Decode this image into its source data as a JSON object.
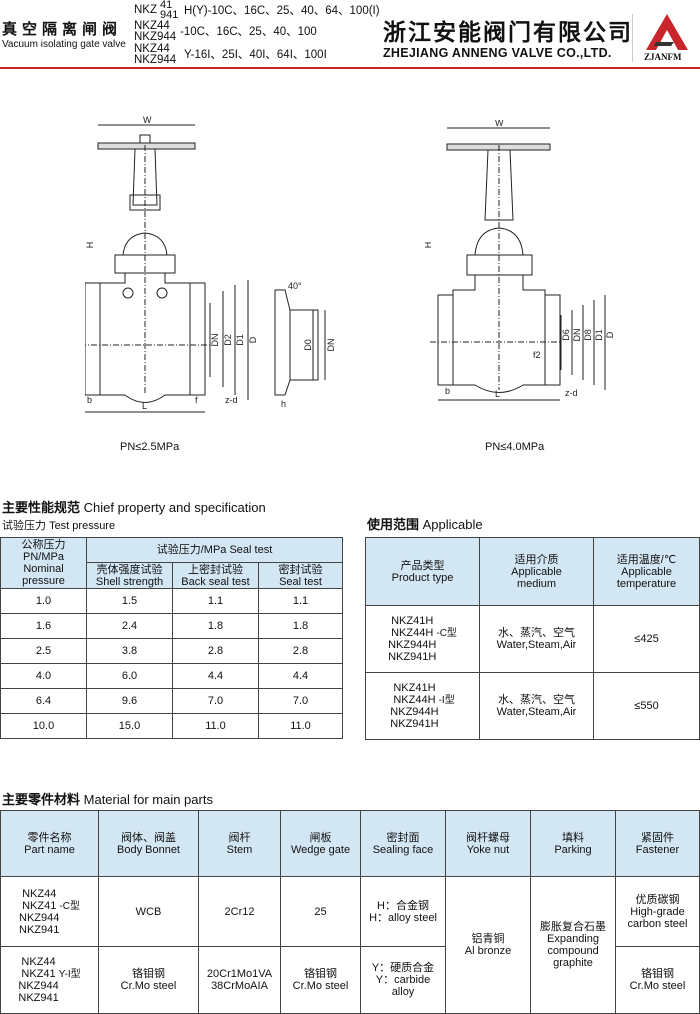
{
  "header": {
    "title_cn": "真空隔离闸阀",
    "title_en": "Vacuum isolating gate valve",
    "rows": [
      {
        "model_a": "NKZ",
        "sup": "41",
        "sub": "941",
        "spec": "H(Y)-10C、16C、25、40、64、100(I)"
      },
      {
        "model_a": "NKZ44",
        "model_b": "NKZ944",
        "spec": "-10C、16C、25、40、100"
      },
      {
        "model_a": "NKZ44",
        "model_b": "NKZ944",
        "spec": "Y-16I、25I、40I、64I、100I"
      }
    ],
    "company_cn": "浙江安能阀门有限公司",
    "company_en": "ZHEJIANG ANNENG VALVE CO.,LTD.",
    "logo_text": "ZJANFM",
    "accent": "#c9262b"
  },
  "drawings": {
    "left": {
      "caption": "PN≤2.5MPa",
      "labels": {
        "w": "W",
        "h": "H",
        "dn": "DN",
        "d2": "D2",
        "d1": "D1",
        "d": "D",
        "b": "b",
        "l": "L",
        "f": "f",
        "zd": "z-d",
        "angle": "40°",
        "d0": "D0",
        "dn2": "DN",
        "hh": "h"
      }
    },
    "right": {
      "caption": "PN≤4.0MPa",
      "labels": {
        "w": "W",
        "h": "H",
        "f2": "f2",
        "d6": "D6",
        "dn": "DN",
        "d8": "D8",
        "d1": "D1",
        "d": "D",
        "b": "b",
        "l": "L",
        "zd": "z-d"
      }
    }
  },
  "spec": {
    "title_cn": "主要性能规范",
    "title_en": "Chief property and specification",
    "sub_cn": "试验压力",
    "sub_en": "Test pressure",
    "h_pn": [
      "公称压力",
      "PN/MPa",
      "Nominal",
      "pressure"
    ],
    "h_seal": "试验压力/MPa Seal test",
    "h_cols": [
      [
        "壳体强度试验",
        "Shell strength"
      ],
      [
        "上密封试验",
        "Back seal test"
      ],
      [
        "密封试验",
        "Seal test"
      ]
    ],
    "rows": [
      [
        "1.0",
        "1.5",
        "1.1",
        "1.1"
      ],
      [
        "1.6",
        "2.4",
        "1.8",
        "1.8"
      ],
      [
        "2.5",
        "3.8",
        "2.8",
        "2.8"
      ],
      [
        "4.0",
        "6.0",
        "4.4",
        "4.4"
      ],
      [
        "6.4",
        "9.6",
        "7.0",
        "7.0"
      ],
      [
        "10.0",
        "15.0",
        "11.0",
        "11.0"
      ]
    ]
  },
  "applicable": {
    "title_cn": "使用范围",
    "title_en": "Applicable",
    "headers": [
      [
        "产品类型",
        "Product type"
      ],
      [
        "适用介质",
        "Applicable",
        "medium"
      ],
      [
        "适用温度/℃",
        "Applicable",
        "temperature"
      ]
    ],
    "rows": [
      {
        "models": [
          "NKZ41H",
          "NKZ44H",
          "NKZ944H",
          "NKZ941H"
        ],
        "suffix": "-C型",
        "medium": [
          "水、蒸汽、空气",
          "Water,Steam,Air"
        ],
        "temp": "≤425"
      },
      {
        "models": [
          "NKZ41H",
          "NKZ44H",
          "NKZ944H",
          "NKZ941H"
        ],
        "suffix": "-I型",
        "medium": [
          "水、蒸汽、空气",
          "Water,Steam,Air"
        ],
        "temp": "≤550"
      }
    ]
  },
  "materials": {
    "title_cn": "主要零件材料",
    "title_en": "Material for main parts",
    "headers": [
      [
        "零件名称",
        "Part name"
      ],
      [
        "阀体、阀盖",
        "Body Bonnet"
      ],
      [
        "阀杆",
        "Stem"
      ],
      [
        "闸板",
        "Wedge gate"
      ],
      [
        "密封面",
        "Sealing face"
      ],
      [
        "阀杆螺母",
        "Yoke nut"
      ],
      [
        "填料",
        "Parking"
      ],
      [
        "紧固件",
        "Fastener"
      ]
    ],
    "rows": [
      {
        "models": [
          "NKZ44",
          "NKZ41",
          "NKZ944",
          "NKZ941"
        ],
        "suffix": "-C型",
        "body": "WCB",
        "stem": "2Cr12",
        "gate": "25",
        "seal": [
          "H：合金钢",
          "H：alloy steel"
        ],
        "fastener": [
          "优质碳钢",
          "High-grade",
          "carbon steel"
        ]
      },
      {
        "models": [
          "NKZ44",
          "NKZ41",
          "NKZ944",
          "NKZ941"
        ],
        "suffix": "Y-I型",
        "body": [
          "铬钼钢",
          "Cr.Mo steel"
        ],
        "stem": [
          "20Cr1Mo1VA",
          "38CrMoAIA"
        ],
        "gate": [
          "铬钼钢",
          "Cr.Mo steel"
        ],
        "seal": [
          "Y：硬质合金",
          "Y：carbide",
          "alloy"
        ],
        "fastener": [
          "铬钼钢",
          "Cr.Mo steel"
        ]
      }
    ],
    "yoke_nut": [
      "铝青铜",
      "Al bronze"
    ],
    "packing": [
      "膨胀复合石墨",
      "Expanding",
      "compound",
      "graphite"
    ]
  }
}
